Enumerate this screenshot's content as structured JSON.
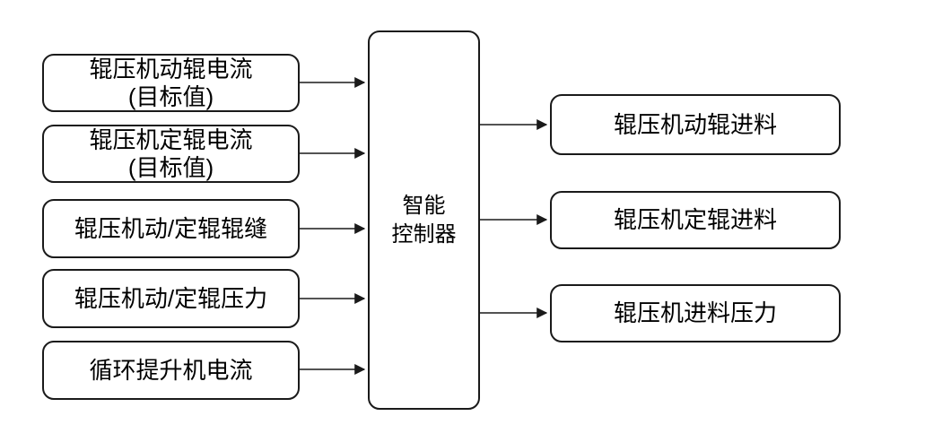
{
  "diagram": {
    "inputs": [
      {
        "lines": [
          "辊压机动辊电流",
          "(目标值)"
        ]
      },
      {
        "lines": [
          "辊压机定辊电流",
          "(目标值)"
        ]
      },
      {
        "lines": [
          "辊压机动/定辊辊缝"
        ]
      },
      {
        "lines": [
          "辊压机动/定辊压力"
        ]
      },
      {
        "lines": [
          "循环提升机电流"
        ]
      }
    ],
    "controller": {
      "lines": [
        "智能",
        "控制器"
      ]
    },
    "outputs": [
      {
        "lines": [
          "辊压机动辊进料"
        ]
      },
      {
        "lines": [
          "辊压机定辊进料"
        ]
      },
      {
        "lines": [
          "辊压机进料压力"
        ]
      }
    ],
    "colors": {
      "background": "#ffffff",
      "node_fill": "#ffffff",
      "stroke": "#1a1a1a",
      "text": "#000000"
    }
  }
}
